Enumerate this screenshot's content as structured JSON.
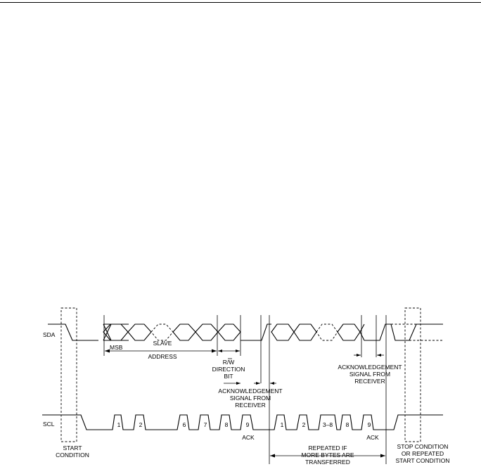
{
  "signals": {
    "sda": "SDA",
    "scl": "SCL"
  },
  "labels": {
    "msb": "MSB",
    "slave_address": [
      "SLAVE",
      "ADDRESS"
    ],
    "rw_direction": [
      "R/W",
      "DIRECTION",
      "BIT"
    ],
    "ack_signal_left": [
      "ACKNOWLEDGEMENT",
      "SIGNAL FROM",
      "RECEIVER"
    ],
    "ack_signal_right": [
      "ACKNOWLEDGEMENT",
      "SIGNAL FROM",
      "RECEIVER"
    ],
    "start_condition": [
      "START",
      "CONDITION"
    ],
    "repeated": [
      "REPEATED IF",
      "MORE BYTES ARE",
      "TRANSFERRED"
    ],
    "stop_condition": [
      "STOP CONDITION",
      "OR REPEATED",
      "START CONDITION"
    ],
    "ack_left": "ACK",
    "ack_right": "ACK"
  },
  "clock_pulses": {
    "first_byte": [
      "1",
      "2",
      "6",
      "7",
      "8",
      "9"
    ],
    "second_byte": [
      "1",
      "2",
      "3–8",
      "8",
      "9"
    ]
  }
}
